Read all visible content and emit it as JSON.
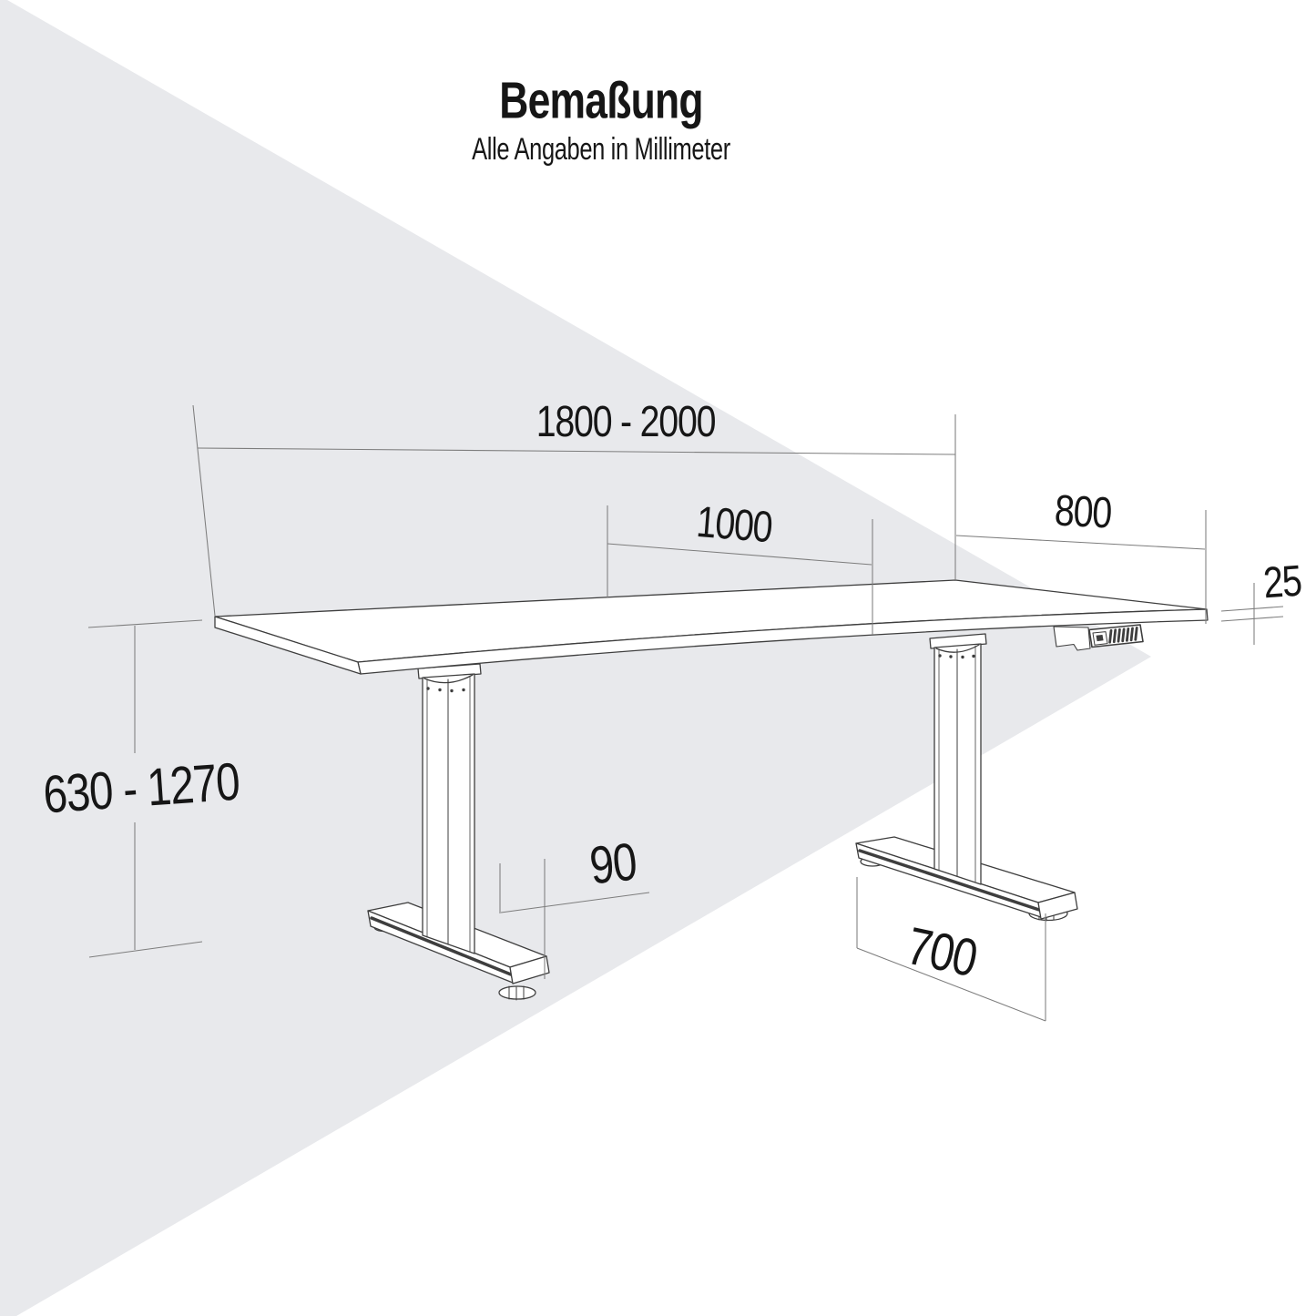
{
  "header": {
    "title": "Bemaßung",
    "subtitle": "Alle Angaben in Millimeter"
  },
  "dimensions": {
    "tabletop_length_range": "1800 - 2000",
    "tabletop_center_width": "1000",
    "tabletop_end_width": "800",
    "tabletop_thickness": "25",
    "height_adjustment_range": "630 - 1270",
    "foot_height": "90",
    "foot_depth": "700"
  },
  "colors": {
    "background": "#ffffff",
    "shadow_wedge": "#e8e9ec",
    "drawing_line": "#3e3e3e",
    "dimension_line": "#7d7d7d",
    "text": "#161616"
  }
}
